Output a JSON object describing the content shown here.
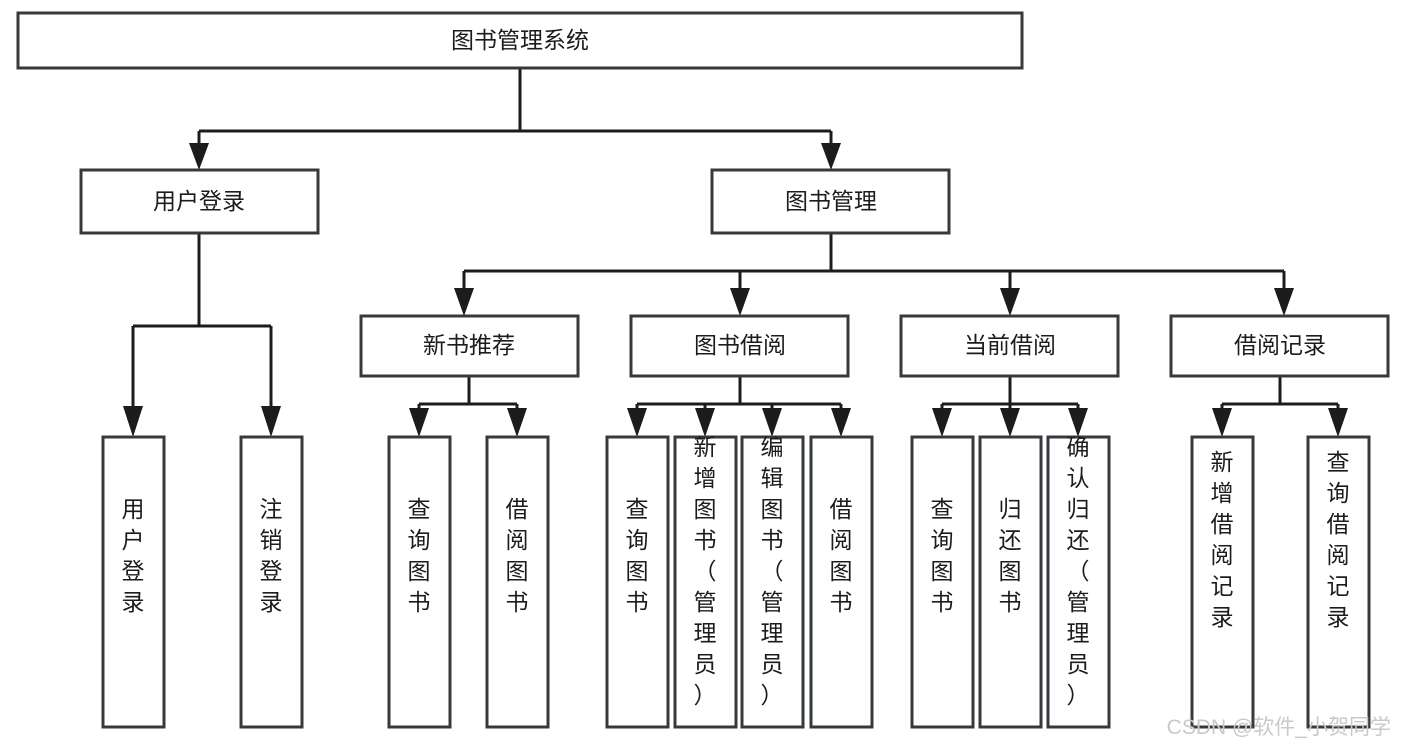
{
  "diagram": {
    "type": "tree-hierarchy-chart",
    "title": "图书管理系统",
    "background_color": "#ffffff",
    "line_color": "#1c1c1c",
    "box_border_color": "#36393d",
    "box_fill_color": "#ffffff",
    "text_color": "#1c1c1c"
  },
  "root": {
    "label": "图书管理系统"
  },
  "level2": [
    {
      "label": "用户登录"
    },
    {
      "label": "图书管理"
    }
  ],
  "level3": [
    {
      "label": "新书推荐"
    },
    {
      "label": "图书借阅"
    },
    {
      "label": "当前借阅"
    },
    {
      "label": "借阅记录"
    }
  ],
  "leaves": {
    "user_login": [
      {
        "label": "用户登录"
      },
      {
        "label": "注销登录"
      }
    ],
    "new_book": [
      {
        "label": "查询图书"
      },
      {
        "label": "借阅图书"
      }
    ],
    "book_borrow": [
      {
        "label": "查询图书"
      },
      {
        "label": "新增图书（管理员）"
      },
      {
        "label": "编辑图书（管理员）"
      },
      {
        "label": "借阅图书"
      }
    ],
    "current_borrow": [
      {
        "label": "查询图书"
      },
      {
        "label": "归还图书"
      },
      {
        "label": "确认归还（管理员）"
      }
    ],
    "borrow_record": [
      {
        "label": "新增借阅记录"
      },
      {
        "label": "查询借阅记录"
      }
    ]
  },
  "watermark": {
    "text": "CSDN @软件_小贺同学"
  }
}
